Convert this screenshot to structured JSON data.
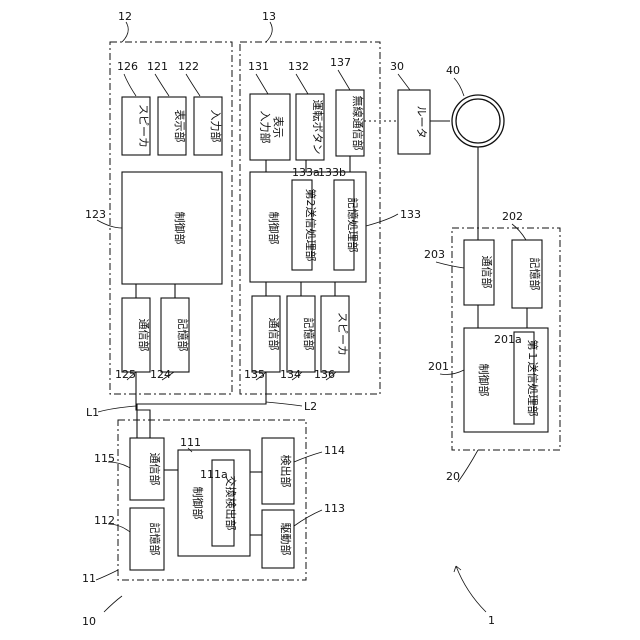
{
  "refs": {
    "r1": "1",
    "r10": "10",
    "r11": "11",
    "r12": "12",
    "r13": "13",
    "r20": "20",
    "r30": "30",
    "r40": "40",
    "r111": "111",
    "r111a": "111a",
    "r112": "112",
    "r113": "113",
    "r114": "114",
    "r115": "115",
    "r121": "121",
    "r122": "122",
    "r123": "123",
    "r124": "124",
    "r125": "125",
    "r126": "126",
    "r131": "131",
    "r132": "132",
    "r133": "133",
    "r133a": "133a",
    "r133b": "133b",
    "r134": "134",
    "r135": "135",
    "r136": "136",
    "r137": "137",
    "r201": "201",
    "r201a": "201a",
    "r202": "202",
    "r203": "203",
    "L1": "L1",
    "L2": "L2"
  },
  "labels": {
    "speaker": "スピーカ",
    "display": "表示部",
    "input": "入力部",
    "control": "制御部",
    "comm": "通信部",
    "storage": "記憶部",
    "display_input": "表示\n入力部",
    "run_button": "運転ボタン",
    "wireless": "無線通信部",
    "router": "ルータ",
    "second_tx": "第2送信処理部",
    "storage_proc": "記憶処理部",
    "first_tx": "第１送信処理部",
    "exchange_detect": "交換検出部",
    "detector": "検出部",
    "drive": "駆動部"
  }
}
